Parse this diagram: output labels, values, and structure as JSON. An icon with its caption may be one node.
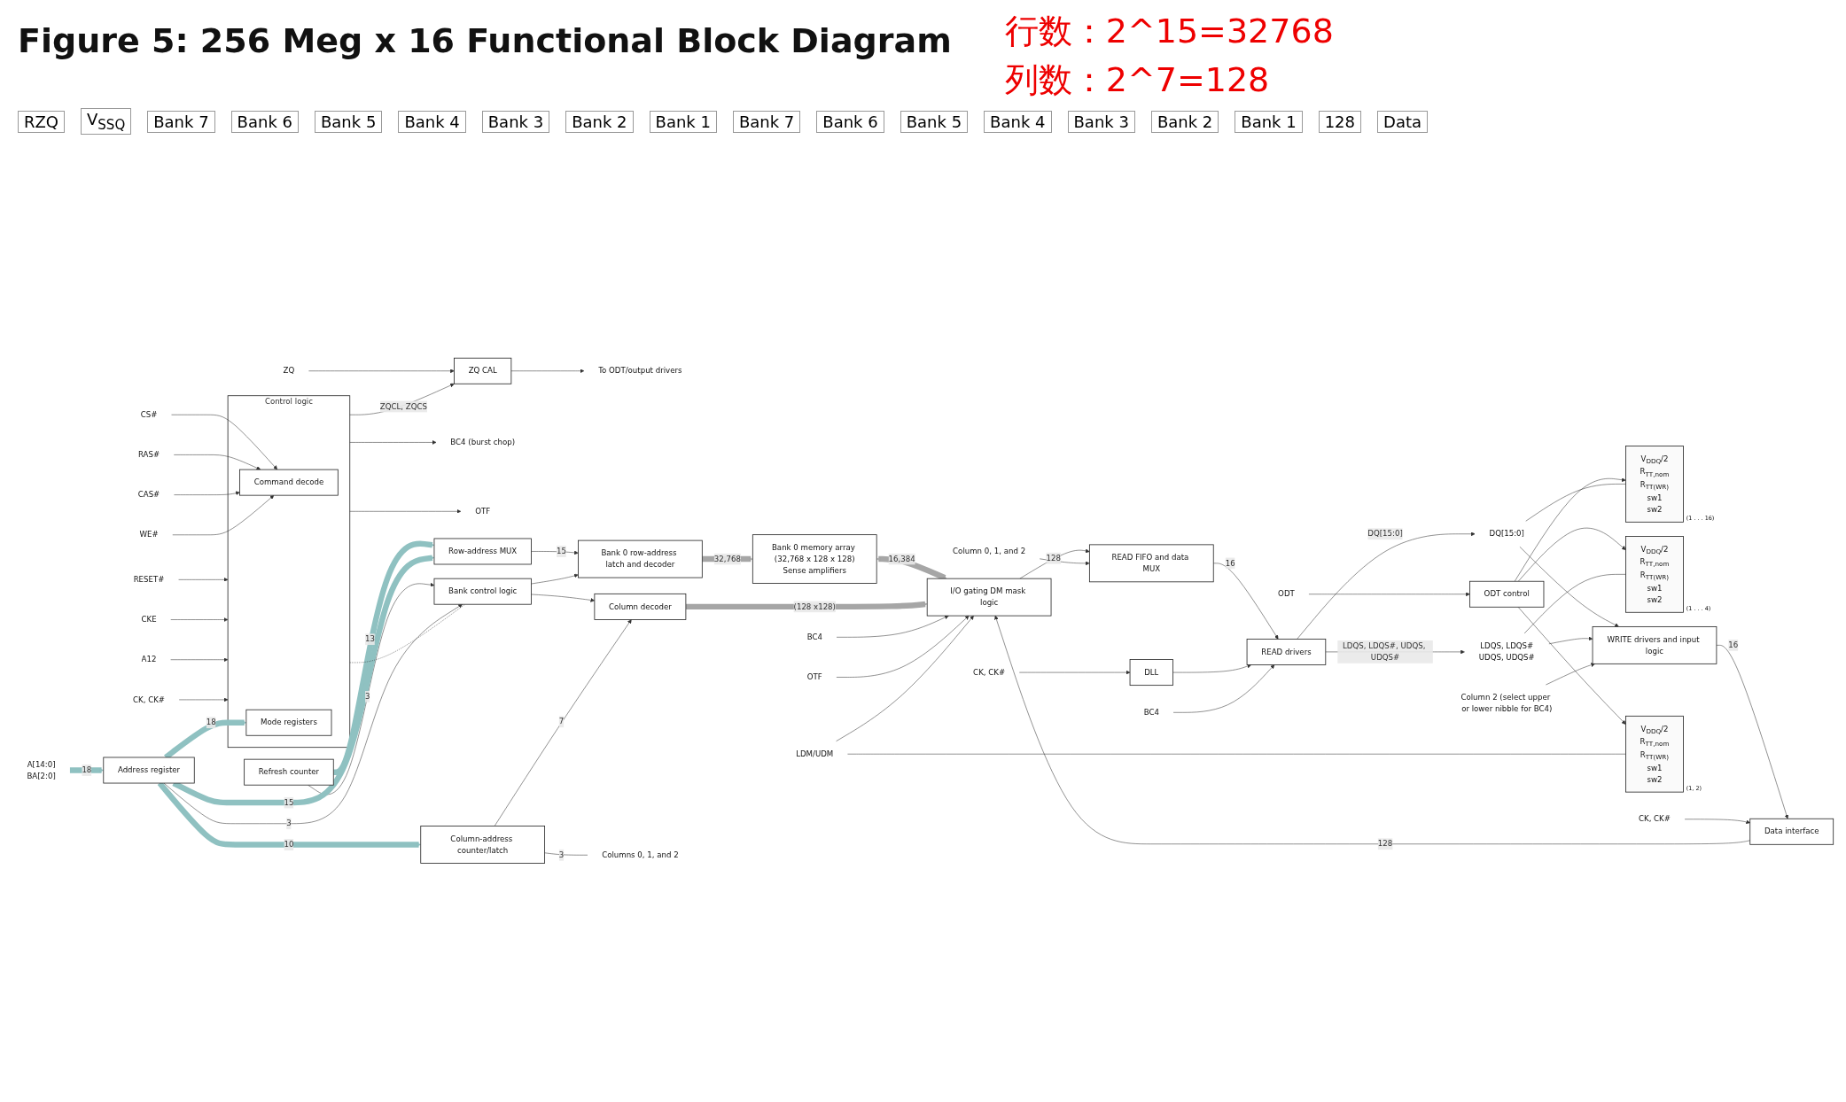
{
  "diagram": {
    "title": "Figure 5: 256 Meg x 16 Functional Block Diagram",
    "nodes": [
      {
        "text": [
          "ODT"
        ]
      },
      {
        "text": [
          "ZQ"
        ]
      },
      {
        "text": [
          "RESET#"
        ]
      },
      {
        "text": [
          "CKE"
        ]
      },
      {
        "text": [
          "A12"
        ]
      },
      {
        "text": [
          "CK, CK#"
        ]
      },
      {
        "text": [
          "CS#"
        ]
      },
      {
        "text": [
          "RAS#"
        ]
      },
      {
        "text": [
          "CAS#"
        ]
      },
      {
        "text": [
          "WE#"
        ]
      },
      {
        "text": [
          "Control logic"
        ]
      },
      {
        "text": [
          "Command decode"
        ],
        "in": 10
      },
      {
        "text": [
          "Mode registers"
        ],
        "in": 10
      },
      {
        "text": [
          "ZQ CAL"
        ]
      },
      {
        "text": [
          "To ODT/output drivers"
        ]
      },
      {
        "text": [
          "BC4 (burst chop)"
        ]
      },
      {
        "text": [
          "OTF"
        ]
      },
      {
        "text": [
          "ODT control"
        ]
      },
      {
        "text": [
          "Refresh counter"
        ]
      },
      {
        "text": [
          "Row-address MUX"
        ]
      },
      {
        "text": [
          "Bank 0 row-address latch and decoder"
        ]
      },
      {
        "text": [
          "Bank 0 memory array (32,768 x 128 x 128)",
          "Sense amplifiers"
        ]
      },
      {
        "text": [
          "I/O gating DM mask logic"
        ]
      },
      {
        "text": [
          "BC4"
        ]
      },
      {
        "text": [
          "OTF"
        ]
      },
      {
        "text": [
          "A[14:0]",
          "BA[2:0]"
        ]
      },
      {
        "text": [
          "Address register"
        ]
      },
      {
        "text": [
          "Bank control logic"
        ]
      },
      {
        "text": [
          "Column decoder"
        ]
      },
      {
        "text": [
          "Column-address counter/latch"
        ]
      },
      {
        "text": [
          "Columns 0, 1, and 2"
        ]
      },
      {
        "text": [
          "Column 0, 1, and 2"
        ]
      },
      {
        "text": [
          "READ FIFO and data MUX"
        ]
      },
      {
        "text": [
          "CK, CK#"
        ]
      },
      {
        "text": [
          "DLL"
        ]
      },
      {
        "text": [
          "READ drivers"
        ]
      },
      {
        "text": [
          "BC4"
        ]
      },
      {
        "text": [
          "V$_{DDQ}$/2",
          "R$_{TT,nom}$",
          "R$_{TT(WR)}$",
          "sw1",
          "sw2"
        ],
        "beside": [
          "(1 . . . 16)"
        ]
      },
      {
        "text": [
          "DQ[15:0]"
        ]
      },
      {
        "text": [
          "V$_{DDQ}$/2",
          "R$_{TT,nom}$",
          "R$_{TT(WR)}$",
          "sw1",
          "sw2"
        ],
        "beside": [
          "(1 . . . 4)"
        ]
      },
      {
        "text": [
          "LDQS, LDQS#",
          "UDQS, UDQS#"
        ]
      },
      {
        "text": [
          "Data interface"
        ]
      },
      {
        "text": [
          "WRITE drivers and input logic"
        ]
      },
      {
        "text": [
          "V$_{DDQ}$/2",
          "R$_{TT,nom}$",
          "R$_{TT(WR)}$",
          "sw1",
          "sw2"
        ],
        "beside": [
          "(1, 2)"
        ]
      },
      {
        "text": [
          "LDM/UDM"
        ]
      },
      {
        "text": [
          "CK, CK#"
        ]
      },
      {
        "text": [
          "Column 2 (select upper or lower nibble for BC4)"
        ]
      }
    ],
    "edges": [
      {
        "from": 0,
        "to": 17,
        "arrow": "to"
      },
      {
        "from": 1,
        "to": 13,
        "arrow": "to"
      },
      {
        "from": 2,
        "to": 10,
        "arrow": "to"
      },
      {
        "from": 3,
        "to": 10,
        "arrow": "to"
      },
      {
        "from": 4,
        "to": 10,
        "arrow": "to"
      },
      {
        "from": 5,
        "to": 10,
        "arrow": "to"
      },
      {
        "from": 6,
        "to": 11,
        "arrow": "to"
      },
      {
        "from": 7,
        "to": 11,
        "arrow": "to"
      },
      {
        "from": 8,
        "to": 11,
        "arrow": "to"
      },
      {
        "from": 9,
        "to": 11,
        "arrow": "to"
      },
      {
        "from": 10,
        "to": 13,
        "arrow": "to",
        "label": "ZQCL, ZQCS"
      },
      {
        "from": 13,
        "to": 14,
        "arrow": "to"
      },
      {
        "from": 10,
        "to": 15,
        "arrow": "to"
      },
      {
        "from": 10,
        "to": 16,
        "arrow": "to"
      },
      {
        "from": 10,
        "to": 27,
        "arrow": "none",
        "style": "dashed"
      },
      {
        "from": 18,
        "to": 19,
        "arrow": "to",
        "label": "13",
        "style": "thick",
        "color": "#8fc1c1"
      },
      {
        "from": 18,
        "to": 27,
        "arrow": "to",
        "label": "3"
      },
      {
        "from": 25,
        "to": 26,
        "arrow": "to",
        "label": "18",
        "style": "thick",
        "color": "#8fc1c1"
      },
      {
        "from": 26,
        "to": 12,
        "arrow": "to",
        "label": "18",
        "style": "thick",
        "color": "#8fc1c1"
      },
      {
        "from": 26,
        "to": 19,
        "arrow": "to",
        "label": "15",
        "style": "thick",
        "color": "#8fc1c1"
      },
      {
        "from": 26,
        "to": 27,
        "arrow": "to",
        "label": "3"
      },
      {
        "from": 26,
        "to": 29,
        "arrow": "to",
        "label": "10",
        "style": "thick",
        "color": "#8fc1c1"
      },
      {
        "from": 19,
        "to": 20,
        "arrow": "to",
        "label": "15"
      },
      {
        "from": 27,
        "to": 20,
        "arrow": "to"
      },
      {
        "from": 20,
        "to": 21,
        "arrow": "to",
        "label": "32,768",
        "style": "thick",
        "color": "#a6a6a6"
      },
      {
        "from": 21,
        "to": 22,
        "arrow": "both",
        "label": "16,384",
        "style": "thick",
        "color": "#a6a6a6"
      },
      {
        "from": 27,
        "to": 28,
        "arrow": "to"
      },
      {
        "from": 29,
        "to": 28,
        "arrow": "to",
        "label": "7"
      },
      {
        "from": 29,
        "to": 30,
        "arrow": "none",
        "label": "3"
      },
      {
        "from": 28,
        "to": 22,
        "arrow": "to",
        "label": "(128 x128)",
        "style": "thick",
        "color": "#a6a6a6"
      },
      {
        "from": 22,
        "to": 32,
        "arrow": "to",
        "label": "128"
      },
      {
        "from": 41,
        "to": 22,
        "arrow": "to",
        "label": "128"
      },
      {
        "from": 23,
        "to": 22,
        "arrow": "to"
      },
      {
        "from": 24,
        "to": 22,
        "arrow": "to"
      },
      {
        "from": 44,
        "to": 22,
        "arrow": "to"
      },
      {
        "from": 31,
        "to": 32,
        "arrow": "to"
      },
      {
        "from": 32,
        "to": 35,
        "arrow": "to",
        "label": "16"
      },
      {
        "from": 33,
        "to": 34,
        "arrow": "to"
      },
      {
        "from": 34,
        "to": 35,
        "arrow": "to"
      },
      {
        "from": 36,
        "to": 35,
        "arrow": "to"
      },
      {
        "from": 35,
        "to": 38,
        "arrow": "to",
        "label": "DQ[15:0]"
      },
      {
        "from": 35,
        "to": 40,
        "arrow": "to",
        "label": "LDQS, LDQS#, UDQS, UDQS#"
      },
      {
        "from": 38,
        "to": 42,
        "arrow": "to"
      },
      {
        "from": 40,
        "to": 42,
        "arrow": "to"
      },
      {
        "from": 42,
        "to": 41,
        "arrow": "to",
        "label": "16"
      },
      {
        "from": 45,
        "to": 41,
        "arrow": "to"
      },
      {
        "from": 46,
        "to": 42,
        "arrow": "to"
      },
      {
        "from": 17,
        "to": 37,
        "arrow": "to"
      },
      {
        "from": 17,
        "to": 39,
        "arrow": "to"
      },
      {
        "from": 17,
        "to": 43,
        "arrow": "to"
      },
      {
        "from": 37,
        "to": 38,
        "arrow": "none"
      },
      {
        "from": 39,
        "to": 40,
        "arrow": "none"
      },
      {
        "from": 43,
        "to": 44,
        "arrow": "none"
      }
    ],
    "labels": [
      "行数：2^15=32768",
      "列数：2^7=128",
      "RZQ",
      "V$_{SSQ}$",
      "Bank 7",
      "Bank 6",
      "Bank 5",
      "Bank 4",
      "Bank 3",
      "Bank 2",
      "Bank 1",
      "Bank 7",
      "Bank 6",
      "Bank 5",
      "Bank 4",
      "Bank 3",
      "Bank 2",
      "Bank 1",
      "128",
      "Data"
    ]
  }
}
